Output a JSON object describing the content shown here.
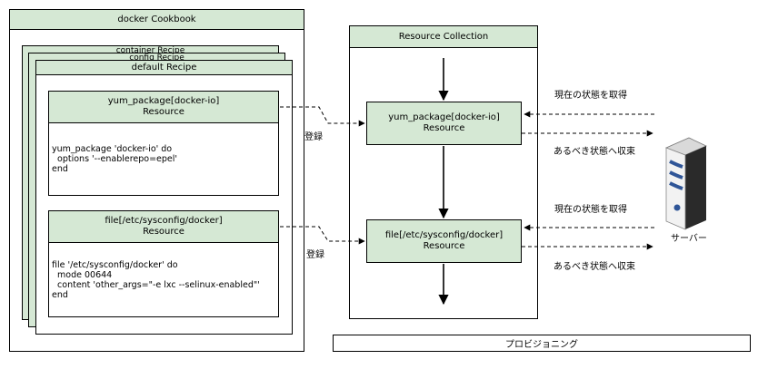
{
  "cookbook": {
    "title": "docker Cookbook",
    "recipes_back": [
      "container Recipe",
      "config Recipe"
    ],
    "recipe_title": "default Recipe",
    "resources": [
      {
        "name": "yum_package[docker-io]",
        "kind": "Resource",
        "code": [
          "yum_package 'docker-io' do",
          "  options '--enablerepo=epel'",
          "end"
        ]
      },
      {
        "name": "file[/etc/sysconfig/docker]",
        "kind": "Resource",
        "code": [
          "file '/etc/sysconfig/docker' do",
          "  mode 00644",
          "  content 'other_args=\"-e lxc --selinux-enabled\"'",
          "end"
        ]
      }
    ]
  },
  "collection": {
    "title": "Resource Collection",
    "items": [
      {
        "name": "yum_package[docker-io]",
        "kind": "Resource"
      },
      {
        "name": "file[/etc/sysconfig/docker]",
        "kind": "Resource"
      }
    ]
  },
  "edges": {
    "register_1": "登録",
    "register_2": "登録",
    "get_state_1": "現在の状態を取得",
    "converge_1": "あるべき状態へ収束",
    "get_state_2": "現在の状態を取得",
    "converge_2": "あるべき状態へ収束"
  },
  "server": {
    "label": "サーバー"
  },
  "footer": {
    "label": "プロビジョニング"
  }
}
